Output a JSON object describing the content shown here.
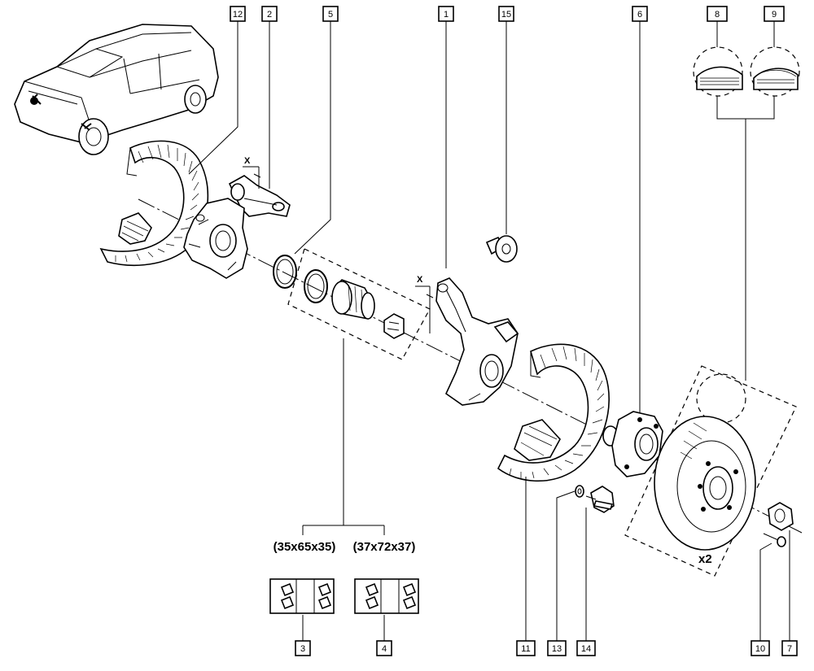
{
  "callouts": {
    "c12": "12",
    "c2": "2",
    "c5": "5",
    "c1": "1",
    "c15": "15",
    "c6": "6",
    "c8": "8",
    "c9": "9",
    "c3": "3",
    "c4": "4",
    "c11": "11",
    "c13": "13",
    "c14": "14",
    "c10": "10",
    "c7": "7"
  },
  "annotations": {
    "x_upper": "X",
    "x_lower": "X",
    "bearing_small": "(35x65x35)",
    "bearing_large": "(37x72x37)",
    "quantity": "x2"
  }
}
